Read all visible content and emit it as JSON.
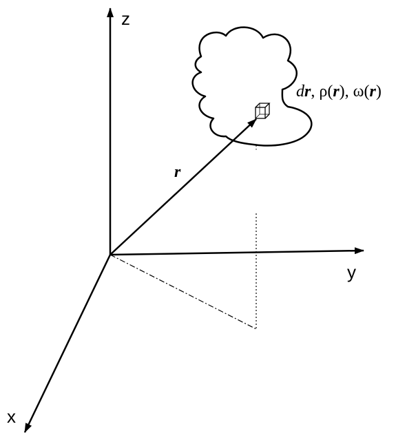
{
  "axes": {
    "z_label": "z",
    "y_label": "y",
    "x_label": "x"
  },
  "vector": {
    "symbol": "r"
  },
  "element_label": {
    "d": "d",
    "r": "r",
    "rho": "ρ",
    "omega": "ω",
    "open_paren": "(",
    "close_paren": ")",
    "separator": ", "
  }
}
